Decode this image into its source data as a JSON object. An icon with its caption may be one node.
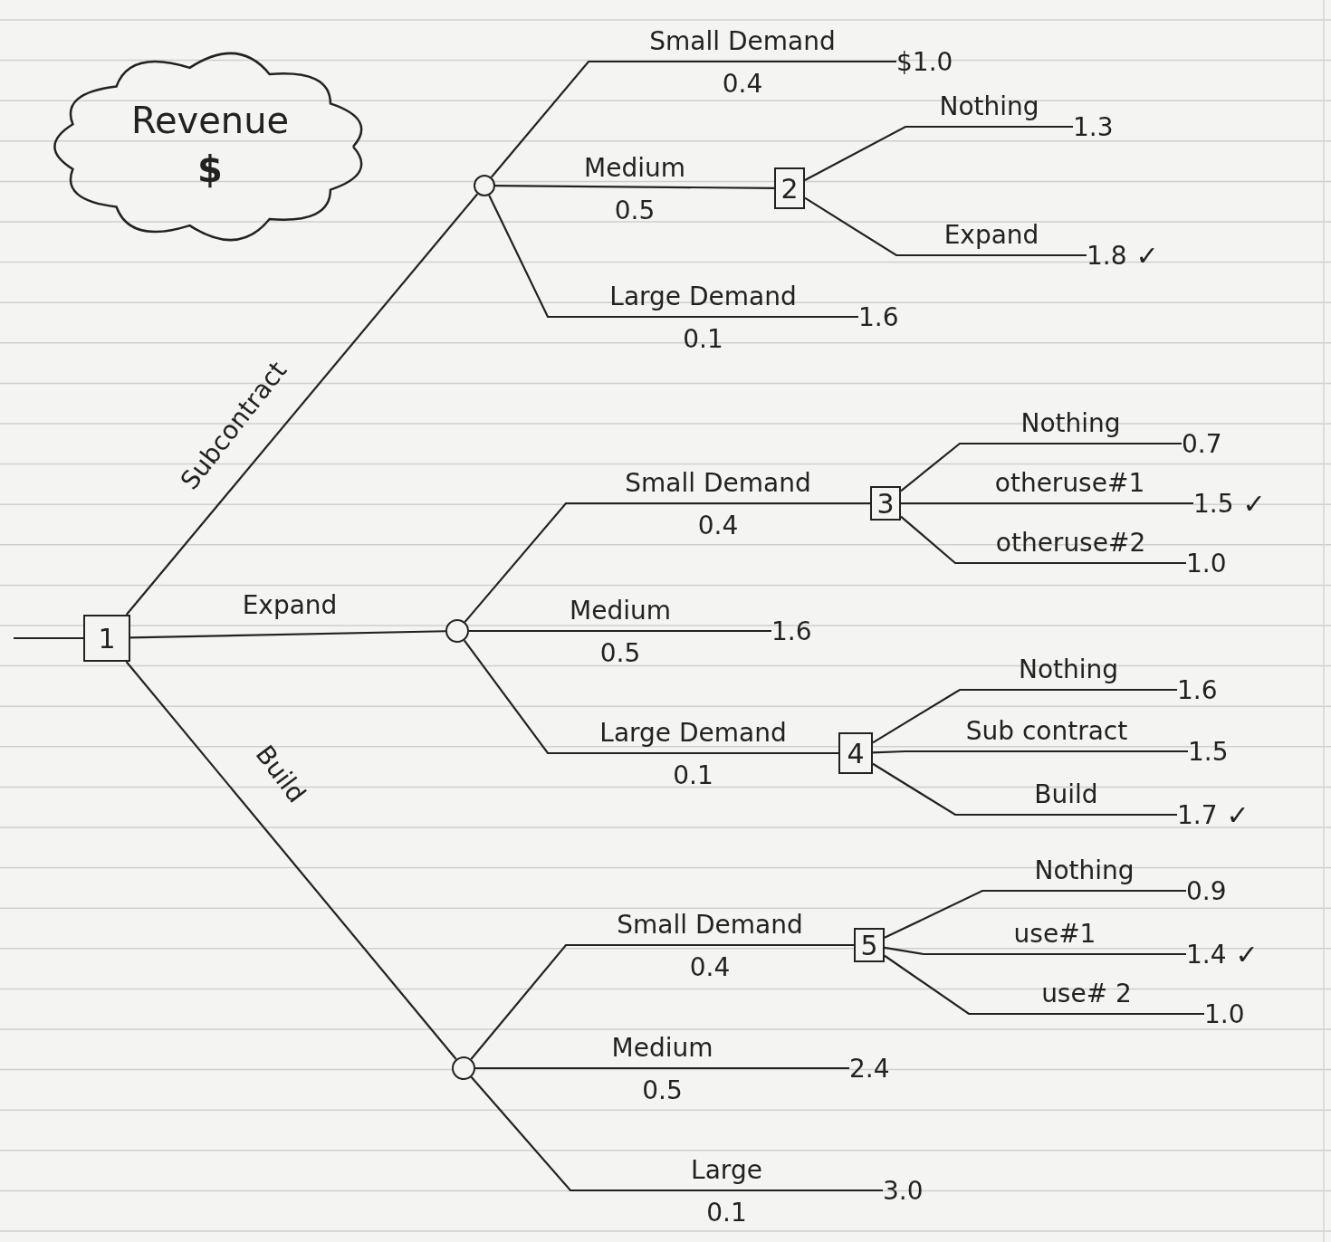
{
  "diagram": {
    "nodes": [
      {
        "text": [
          "Revenue",
          "$"
        ]
      },
      {
        "text": [
          "1"
        ]
      },
      {
        "text": [],
        "shape": "circle"
      },
      {
        "text": [
          "$1.0"
        ]
      },
      {
        "text": [
          "1.3"
        ]
      },
      {
        "text": [
          "2"
        ]
      },
      {
        "text": [
          "1.8"
        ],
        "beside": [
          "✓"
        ]
      },
      {
        "text": [
          "1.6"
        ]
      },
      {
        "text": [],
        "shape": "circle"
      },
      {
        "text": [
          "3"
        ]
      },
      {
        "text": [
          "0.7"
        ]
      },
      {
        "text": [
          "1.5"
        ],
        "beside": [
          "✓"
        ]
      },
      {
        "text": [
          "1.0"
        ]
      },
      {
        "text": [
          "1.6"
        ]
      },
      {
        "text": [
          "4"
        ]
      },
      {
        "text": [
          "1.6"
        ]
      },
      {
        "text": [
          "1.5"
        ]
      },
      {
        "text": [
          "1.7"
        ],
        "beside": [
          "✓"
        ]
      },
      {
        "text": [],
        "shape": "circle"
      },
      {
        "text": [
          "5"
        ]
      },
      {
        "text": [
          "0.9"
        ]
      },
      {
        "text": [
          "1.4"
        ],
        "beside": [
          "✓"
        ]
      },
      {
        "text": [
          "1.0"
        ]
      },
      {
        "text": [
          "2.4"
        ]
      },
      {
        "text": [
          "3.0"
        ]
      }
    ],
    "edges": [
      {
        "from": null,
        "to": 1,
        "arrow": "none"
      },
      {
        "from": 1,
        "to": 2,
        "arrow": "none",
        "label": "Subcontract"
      },
      {
        "from": 1,
        "to": 8,
        "arrow": "none",
        "label": "Expand"
      },
      {
        "from": 1,
        "to": 18,
        "arrow": "none",
        "label": "Build"
      },
      {
        "from": 2,
        "to": 3,
        "arrow": "none",
        "label": "Small Demand"
      },
      {
        "from": 2,
        "to": 5,
        "arrow": "none",
        "label": "Medium"
      },
      {
        "from": 2,
        "to": 7,
        "arrow": "none",
        "label": "Large Demand"
      },
      {
        "from": 5,
        "to": 4,
        "arrow": "none",
        "label": "Nothing"
      },
      {
        "from": 5,
        "to": 6,
        "arrow": "none",
        "label": "Expand"
      },
      {
        "from": 8,
        "to": 9,
        "arrow": "none",
        "label": "Small Demand"
      },
      {
        "from": 8,
        "to": 13,
        "arrow": "none",
        "label": "Medium"
      },
      {
        "from": 8,
        "to": 14,
        "arrow": "none",
        "label": "Large Demand"
      },
      {
        "from": 9,
        "to": 10,
        "arrow": "none",
        "label": "Nothing"
      },
      {
        "from": 9,
        "to": 11,
        "arrow": "none",
        "label": "otheruse#1"
      },
      {
        "from": 9,
        "to": 12,
        "arrow": "none",
        "label": "otheruse#2"
      },
      {
        "from": 14,
        "to": 15,
        "arrow": "none",
        "label": "Nothing"
      },
      {
        "from": 14,
        "to": 16,
        "arrow": "none",
        "label": "Sub contract"
      },
      {
        "from": 14,
        "to": 17,
        "arrow": "none",
        "label": "Build"
      },
      {
        "from": 18,
        "to": 19,
        "arrow": "none",
        "label": "Small Demand"
      },
      {
        "from": 18,
        "to": 23,
        "arrow": "none",
        "label": "Medium"
      },
      {
        "from": 18,
        "to": 24,
        "arrow": "none",
        "label": "Large"
      },
      {
        "from": 19,
        "to": 20,
        "arrow": "none",
        "label": "Nothing"
      },
      {
        "from": 19,
        "to": 21,
        "arrow": "none",
        "label": "use#1"
      },
      {
        "from": 19,
        "to": 22,
        "arrow": "none",
        "label": "use# 2"
      }
    ],
    "labels": [
      "0.4",
      "0.5",
      "0.1",
      "0.4",
      "0.5",
      "0.1",
      "0.4",
      "0.5",
      "0.1"
    ]
  }
}
